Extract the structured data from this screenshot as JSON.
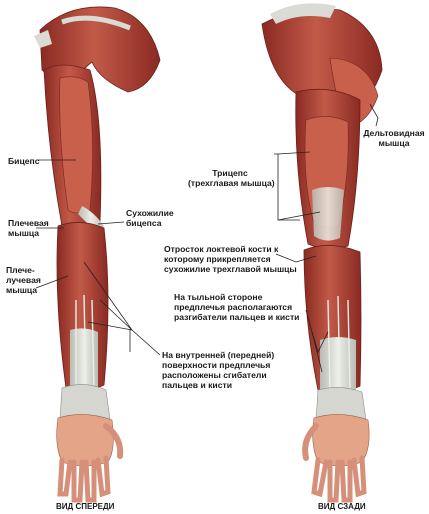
{
  "labels": {
    "biceps": "Бицепс",
    "brachialis_line1": "Плечевая",
    "brachialis_line2": "мышца",
    "brachioradialis_line1": "Плече-",
    "brachioradialis_line2": "лучевая",
    "brachioradialis_line3": "мышца",
    "biceps_tendon_line1": "Сухожилие",
    "biceps_tendon_line2": "бицепса",
    "triceps_line1": "Трицепс",
    "triceps_line2": "(трехглавая мышца)",
    "deltoid_line1": "Дельтовидная",
    "deltoid_line2": "мышца",
    "olecranon_line1": "Отросток локтевой кости к",
    "olecranon_line2": "которому прикрепляется",
    "olecranon_line3": "сухожилие трехглавой мышцы",
    "extensors_line1": "На тыльной стороне",
    "extensors_line2": "предплечья располагаются",
    "extensors_line3": "разгибатели пальцев и кисти",
    "flexors_line1": "На внутренней (передней)",
    "flexors_line2": "поверхности предплечья",
    "flexors_line3": "расположены сгибатели",
    "flexors_line4": "пальцев и кисти",
    "front_view": "ВИД СПЕРЕДИ",
    "back_view": "ВИД СЗАДИ"
  },
  "colors": {
    "muscle": "#b8483c",
    "muscle_dark": "#8a2a22",
    "tendon": "#d9dbd4",
    "skin": "#e8a88c",
    "leader": "#222222"
  }
}
